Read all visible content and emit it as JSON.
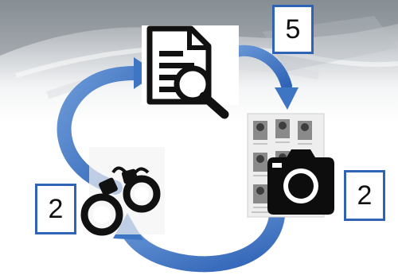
{
  "cycle": {
    "nodes": [
      {
        "id": "document-review",
        "icon": "document-magnifier-icon",
        "count": "5"
      },
      {
        "id": "photo-lineup",
        "icon": "camera-icon",
        "count": "2"
      },
      {
        "id": "arrest",
        "icon": "handcuffs-icon",
        "count": "2"
      }
    ],
    "arrow_color": "#3f76c4",
    "box_border_color": "#2f63b6"
  }
}
